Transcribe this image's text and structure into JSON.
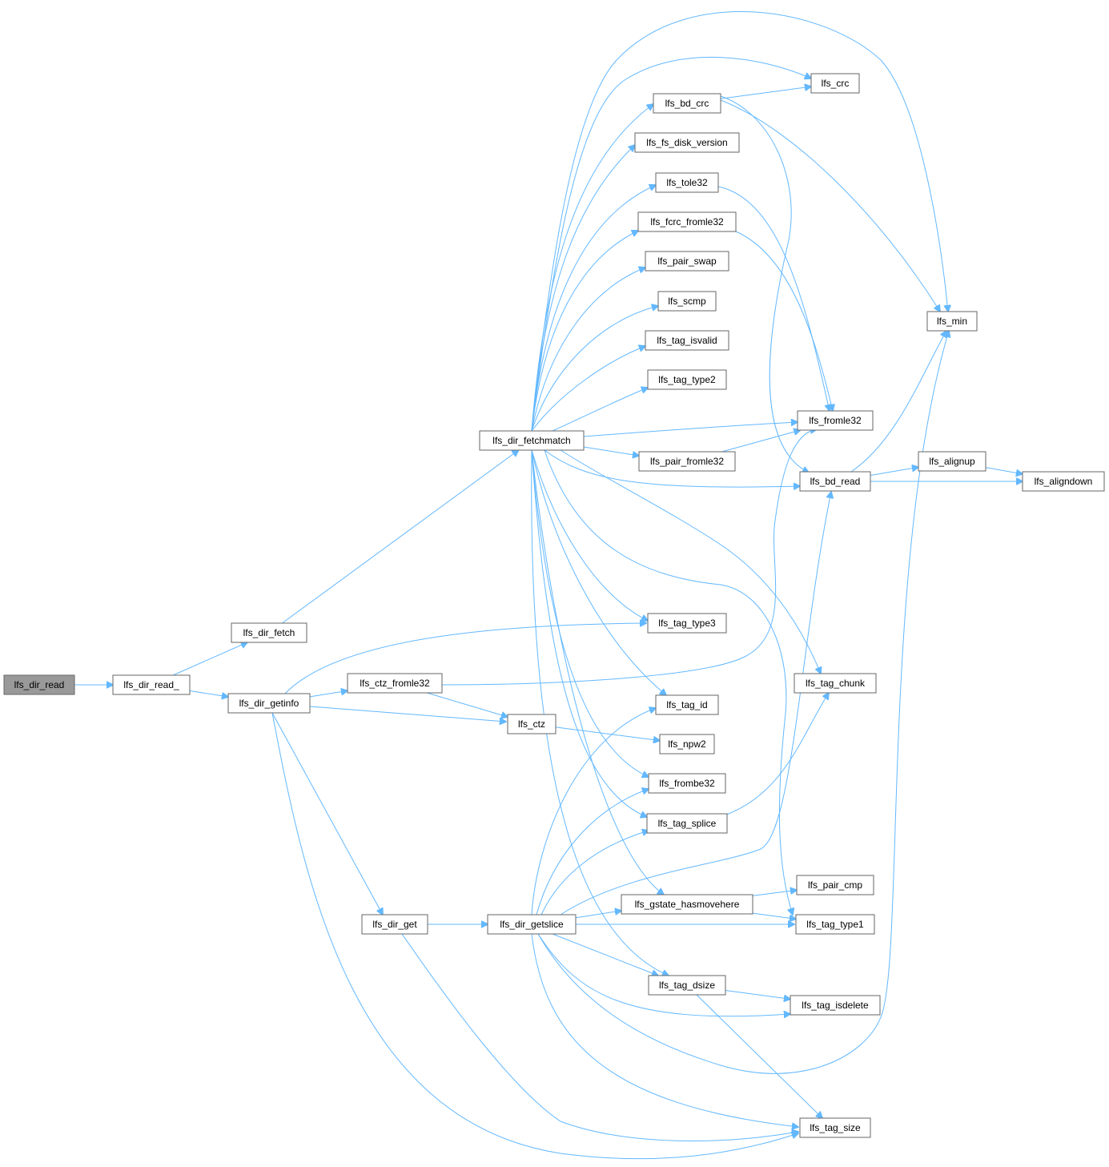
{
  "graph": {
    "edge_color": "#63b8ff",
    "node_border_color": "#666666",
    "root_fill_color": "#999999",
    "nodes": [
      {
        "id": "lfs_dir_read",
        "label": "lfs_dir_read",
        "root": true
      },
      {
        "id": "lfs_dir_read_",
        "label": "lfs_dir_read_"
      },
      {
        "id": "lfs_dir_fetch",
        "label": "lfs_dir_fetch"
      },
      {
        "id": "lfs_dir_getinfo",
        "label": "lfs_dir_getinfo"
      },
      {
        "id": "lfs_dir_fetchmatch",
        "label": "lfs_dir_fetchmatch"
      },
      {
        "id": "lfs_ctz_fromle32",
        "label": "lfs_ctz_fromle32"
      },
      {
        "id": "lfs_ctz",
        "label": "lfs_ctz"
      },
      {
        "id": "lfs_dir_get",
        "label": "lfs_dir_get"
      },
      {
        "id": "lfs_dir_getslice",
        "label": "lfs_dir_getslice"
      },
      {
        "id": "lfs_bd_crc",
        "label": "lfs_bd_crc"
      },
      {
        "id": "lfs_fs_disk_version",
        "label": "lfs_fs_disk_version"
      },
      {
        "id": "lfs_tole32",
        "label": "lfs_tole32"
      },
      {
        "id": "lfs_fcrc_fromle32",
        "label": "lfs_fcrc_fromle32"
      },
      {
        "id": "lfs_pair_swap",
        "label": "lfs_pair_swap"
      },
      {
        "id": "lfs_scmp",
        "label": "lfs_scmp"
      },
      {
        "id": "lfs_tag_isvalid",
        "label": "lfs_tag_isvalid"
      },
      {
        "id": "lfs_tag_type2",
        "label": "lfs_tag_type2"
      },
      {
        "id": "lfs_pair_fromle32",
        "label": "lfs_pair_fromle32"
      },
      {
        "id": "lfs_tag_type3",
        "label": "lfs_tag_type3"
      },
      {
        "id": "lfs_tag_id",
        "label": "lfs_tag_id"
      },
      {
        "id": "lfs_npw2",
        "label": "lfs_npw2"
      },
      {
        "id": "lfs_frombe32",
        "label": "lfs_frombe32"
      },
      {
        "id": "lfs_tag_splice",
        "label": "lfs_tag_splice"
      },
      {
        "id": "lfs_gstate_hasmovehere",
        "label": "lfs_gstate_hasmovehere"
      },
      {
        "id": "lfs_tag_dsize",
        "label": "lfs_tag_dsize"
      },
      {
        "id": "lfs_crc",
        "label": "lfs_crc"
      },
      {
        "id": "lfs_fromle32",
        "label": "lfs_fromle32"
      },
      {
        "id": "lfs_bd_read",
        "label": "lfs_bd_read"
      },
      {
        "id": "lfs_tag_chunk",
        "label": "lfs_tag_chunk"
      },
      {
        "id": "lfs_pair_cmp",
        "label": "lfs_pair_cmp"
      },
      {
        "id": "lfs_tag_type1",
        "label": "lfs_tag_type1"
      },
      {
        "id": "lfs_tag_isdelete",
        "label": "lfs_tag_isdelete"
      },
      {
        "id": "lfs_tag_size",
        "label": "lfs_tag_size"
      },
      {
        "id": "lfs_min",
        "label": "lfs_min"
      },
      {
        "id": "lfs_alignup",
        "label": "lfs_alignup"
      },
      {
        "id": "lfs_aligndown",
        "label": "lfs_aligndown"
      }
    ],
    "edges": [
      [
        "lfs_dir_read",
        "lfs_dir_read_"
      ],
      [
        "lfs_dir_read_",
        "lfs_dir_fetch"
      ],
      [
        "lfs_dir_read_",
        "lfs_dir_getinfo"
      ],
      [
        "lfs_dir_fetch",
        "lfs_dir_fetchmatch"
      ],
      [
        "lfs_dir_getinfo",
        "lfs_tag_type3"
      ],
      [
        "lfs_dir_getinfo",
        "lfs_ctz_fromle32"
      ],
      [
        "lfs_dir_getinfo",
        "lfs_ctz"
      ],
      [
        "lfs_dir_getinfo",
        "lfs_dir_get"
      ],
      [
        "lfs_dir_getinfo",
        "lfs_tag_size"
      ],
      [
        "lfs_ctz_fromle32",
        "lfs_ctz"
      ],
      [
        "lfs_ctz_fromle32",
        "lfs_fromle32"
      ],
      [
        "lfs_ctz",
        "lfs_npw2"
      ],
      [
        "lfs_dir_get",
        "lfs_dir_getslice"
      ],
      [
        "lfs_dir_get",
        "lfs_tag_size"
      ],
      [
        "lfs_dir_fetchmatch",
        "lfs_min"
      ],
      [
        "lfs_dir_fetchmatch",
        "lfs_crc"
      ],
      [
        "lfs_dir_fetchmatch",
        "lfs_bd_crc"
      ],
      [
        "lfs_dir_fetchmatch",
        "lfs_fs_disk_version"
      ],
      [
        "lfs_dir_fetchmatch",
        "lfs_tole32"
      ],
      [
        "lfs_dir_fetchmatch",
        "lfs_fcrc_fromle32"
      ],
      [
        "lfs_dir_fetchmatch",
        "lfs_pair_swap"
      ],
      [
        "lfs_dir_fetchmatch",
        "lfs_scmp"
      ],
      [
        "lfs_dir_fetchmatch",
        "lfs_tag_isvalid"
      ],
      [
        "lfs_dir_fetchmatch",
        "lfs_tag_type2"
      ],
      [
        "lfs_dir_fetchmatch",
        "lfs_fromle32"
      ],
      [
        "lfs_dir_fetchmatch",
        "lfs_pair_fromle32"
      ],
      [
        "lfs_dir_fetchmatch",
        "lfs_bd_read"
      ],
      [
        "lfs_dir_fetchmatch",
        "lfs_tag_chunk"
      ],
      [
        "lfs_dir_fetchmatch",
        "lfs_tag_type3"
      ],
      [
        "lfs_dir_fetchmatch",
        "lfs_tag_id"
      ],
      [
        "lfs_dir_fetchmatch",
        "lfs_frombe32"
      ],
      [
        "lfs_dir_fetchmatch",
        "lfs_tag_splice"
      ],
      [
        "lfs_dir_fetchmatch",
        "lfs_gstate_hasmovehere"
      ],
      [
        "lfs_dir_fetchmatch",
        "lfs_tag_dsize"
      ],
      [
        "lfs_dir_fetchmatch",
        "lfs_tag_type1"
      ],
      [
        "lfs_dir_getslice",
        "lfs_tag_id"
      ],
      [
        "lfs_dir_getslice",
        "lfs_frombe32"
      ],
      [
        "lfs_dir_getslice",
        "lfs_tag_splice"
      ],
      [
        "lfs_dir_getslice",
        "lfs_gstate_hasmovehere"
      ],
      [
        "lfs_dir_getslice",
        "lfs_bd_read"
      ],
      [
        "lfs_dir_getslice",
        "lfs_tag_type1"
      ],
      [
        "lfs_dir_getslice",
        "lfs_tag_dsize"
      ],
      [
        "lfs_dir_getslice",
        "lfs_tag_isdelete"
      ],
      [
        "lfs_dir_getslice",
        "lfs_min"
      ],
      [
        "lfs_dir_getslice",
        "lfs_tag_size"
      ],
      [
        "lfs_bd_crc",
        "lfs_crc"
      ],
      [
        "lfs_bd_crc",
        "lfs_bd_read"
      ],
      [
        "lfs_bd_crc",
        "lfs_min"
      ],
      [
        "lfs_tole32",
        "lfs_fromle32"
      ],
      [
        "lfs_fcrc_fromle32",
        "lfs_fromle32"
      ],
      [
        "lfs_pair_fromle32",
        "lfs_fromle32"
      ],
      [
        "lfs_tag_splice",
        "lfs_tag_chunk"
      ],
      [
        "lfs_gstate_hasmovehere",
        "lfs_pair_cmp"
      ],
      [
        "lfs_gstate_hasmovehere",
        "lfs_tag_type1"
      ],
      [
        "lfs_tag_dsize",
        "lfs_tag_isdelete"
      ],
      [
        "lfs_tag_dsize",
        "lfs_tag_size"
      ],
      [
        "lfs_bd_read",
        "lfs_min"
      ],
      [
        "lfs_bd_read",
        "lfs_alignup"
      ],
      [
        "lfs_bd_read",
        "lfs_aligndown"
      ],
      [
        "lfs_alignup",
        "lfs_aligndown"
      ]
    ]
  }
}
